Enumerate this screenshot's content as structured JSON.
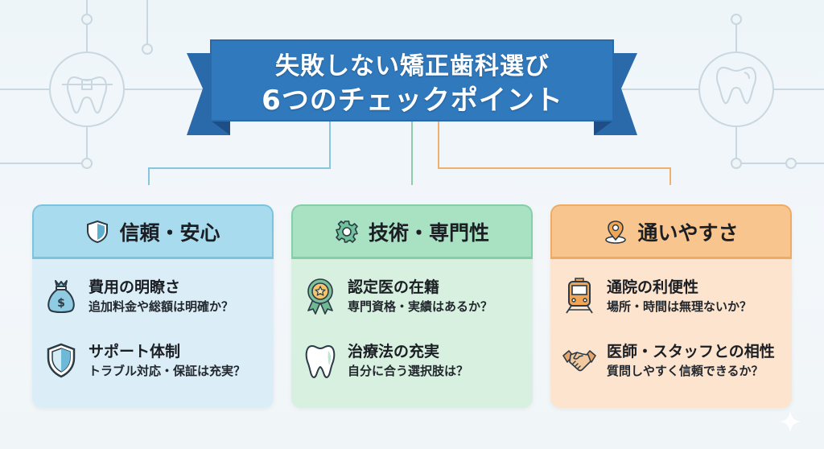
{
  "banner": {
    "title_line1": "失敗しない矯正歯科選び",
    "title_line2": "6つのチェックポイント",
    "color": "#2f73b5"
  },
  "decorations": {
    "left_icon": "tooth-with-braces-icon",
    "right_icon": "tooth-icon"
  },
  "categories": [
    {
      "title": "信頼・安心",
      "icon": "shield-icon",
      "accent": "#7cc3de",
      "items": [
        {
          "title": "費用の明瞭さ",
          "subtitle": "追加料金や総額は明確か？",
          "icon": "money-bag-icon"
        },
        {
          "title": "サポート体制",
          "subtitle": "トラブル対応・保証は充実？",
          "icon": "shield-icon"
        }
      ]
    },
    {
      "title": "技術・専門性",
      "icon": "gear-icon",
      "accent": "#85cfa8",
      "items": [
        {
          "title": "認定医の在籍",
          "subtitle": "専門資格・実績はあるか？",
          "icon": "award-ribbon-icon"
        },
        {
          "title": "治療法の充実",
          "subtitle": "自分に合う選択肢は？",
          "icon": "tooth-icon"
        }
      ]
    },
    {
      "title": "通いやすさ",
      "icon": "location-pin-icon",
      "accent": "#f1aa64",
      "items": [
        {
          "title": "通院の利便性",
          "subtitle": "場所・時間は無理ないか？",
          "icon": "train-icon"
        },
        {
          "title": "医師・スタッフとの相性",
          "subtitle": "質問しやすく信頼できるか？",
          "icon": "handshake-icon"
        }
      ]
    }
  ]
}
